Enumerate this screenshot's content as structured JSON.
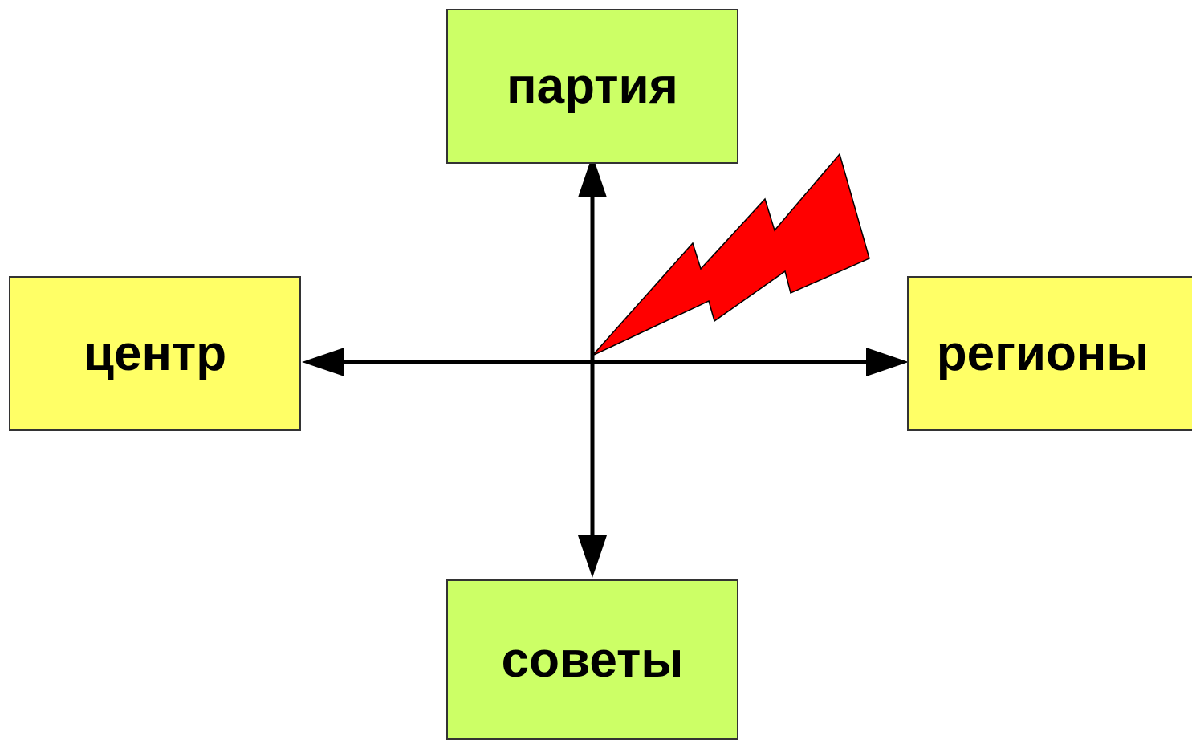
{
  "nodes": {
    "party": {
      "label": "партия"
    },
    "center": {
      "label": "центр"
    },
    "regions": {
      "label": "регионы"
    },
    "soviets": {
      "label": "советы"
    }
  },
  "colors": {
    "party_fill": "#ccff66",
    "soviets_fill": "#ccff66",
    "center_fill": "#ffff66",
    "regions_fill": "#ffff66",
    "arrow": "#000000",
    "lightning": "#ff0000"
  },
  "icons": {
    "lightning": "lightning-bolt-icon"
  }
}
